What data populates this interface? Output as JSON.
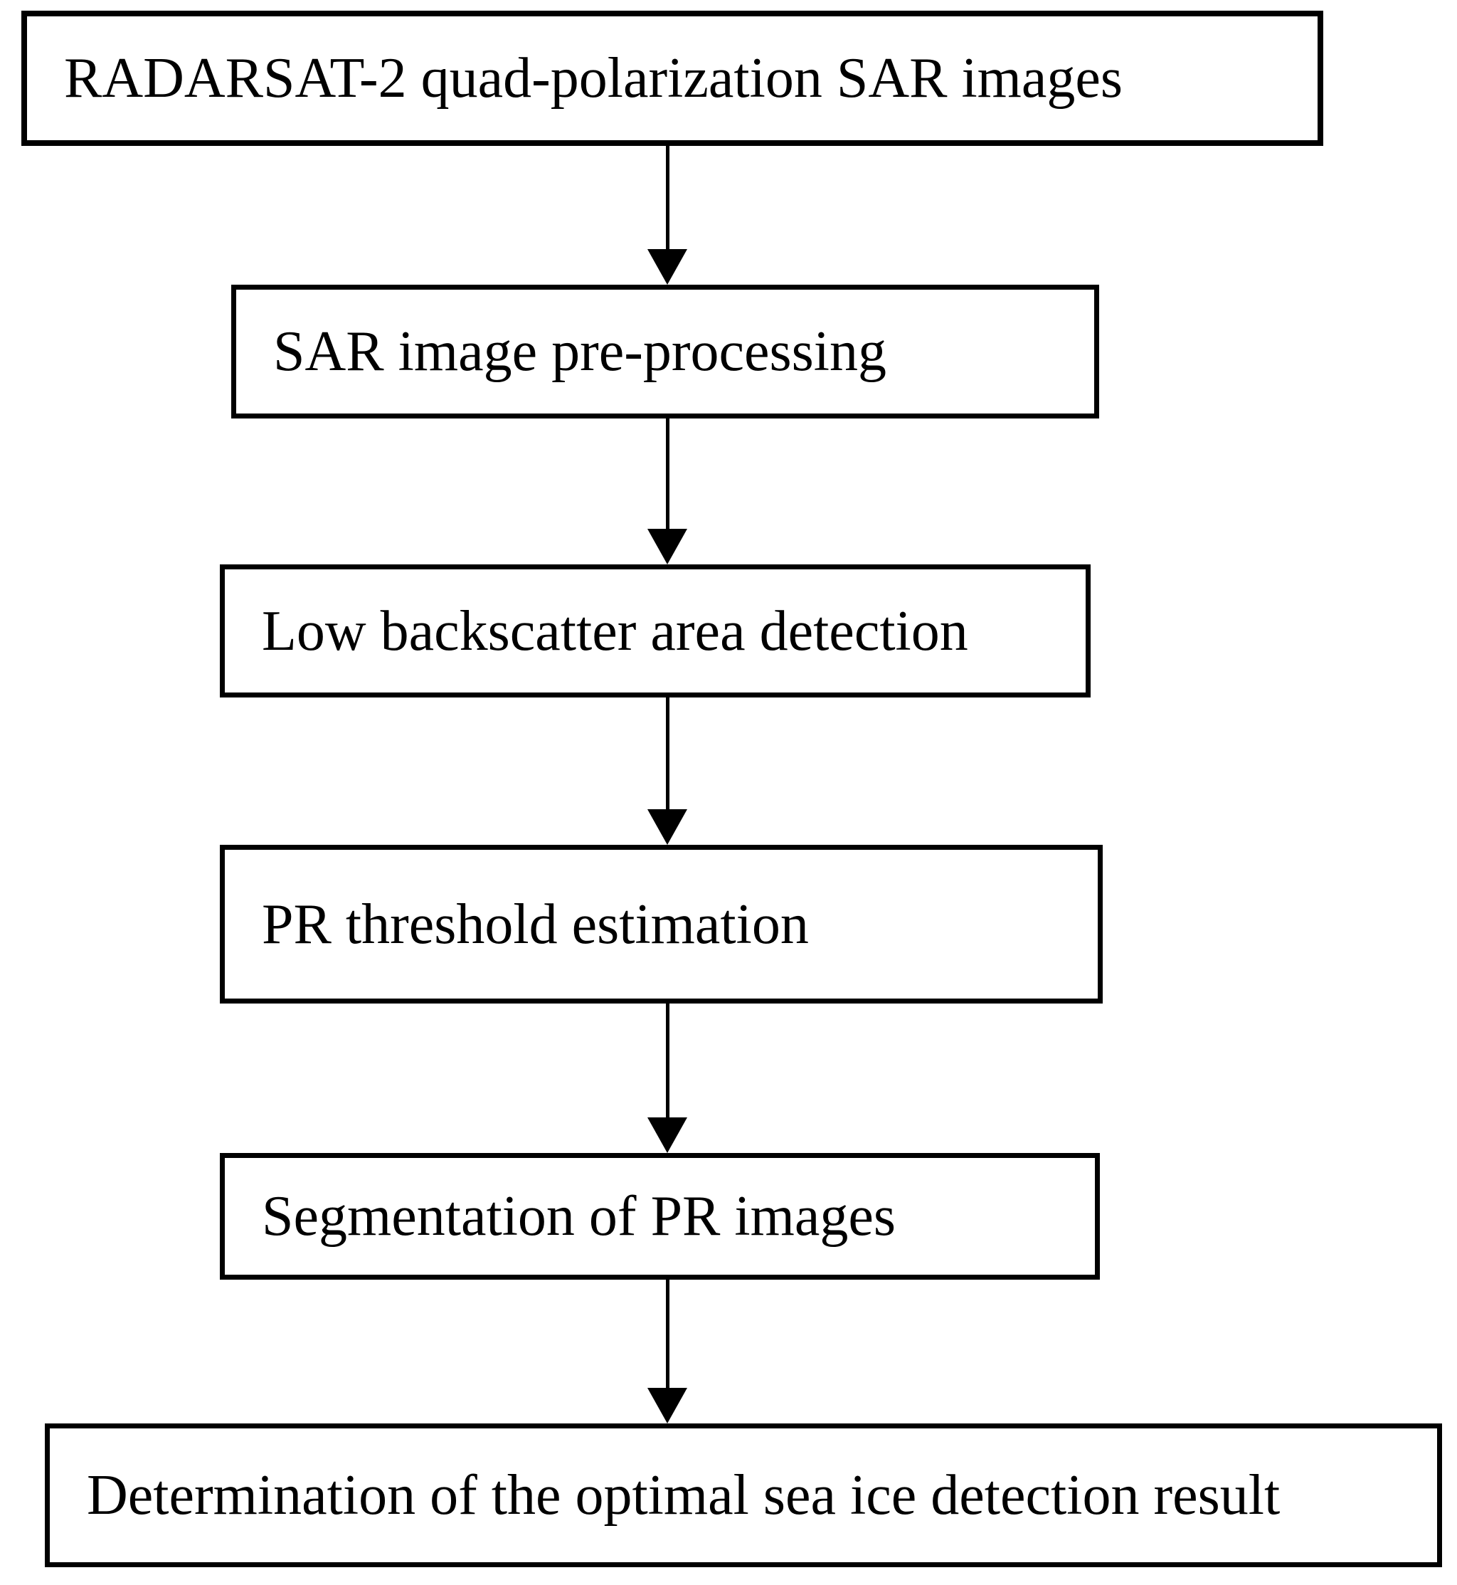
{
  "flowchart": {
    "type": "flowchart",
    "direction": "top-down",
    "nodes": [
      {
        "id": "input-images",
        "label": "RADARSAT-2 quad-polarization SAR images"
      },
      {
        "id": "pre-processing",
        "label": "SAR image pre-processing"
      },
      {
        "id": "low-backscatter",
        "label": "Low backscatter area detection"
      },
      {
        "id": "pr-threshold",
        "label": "PR threshold estimation"
      },
      {
        "id": "segmentation",
        "label": "Segmentation of PR images"
      },
      {
        "id": "final-determination",
        "label": "Determination of the optimal sea ice detection result"
      }
    ],
    "connections": [
      {
        "from": "input-images",
        "to": "pre-processing",
        "style": "arrow-down"
      },
      {
        "from": "pre-processing",
        "to": "low-backscatter",
        "style": "arrow-down"
      },
      {
        "from": "low-backscatter",
        "to": "pr-threshold",
        "style": "arrow-down"
      },
      {
        "from": "pr-threshold",
        "to": "segmentation",
        "style": "arrow-down"
      },
      {
        "from": "segmentation",
        "to": "final-determination",
        "style": "arrow-down"
      }
    ],
    "colors": {
      "border": "#000000",
      "text": "#000000",
      "background": "#ffffff"
    }
  }
}
